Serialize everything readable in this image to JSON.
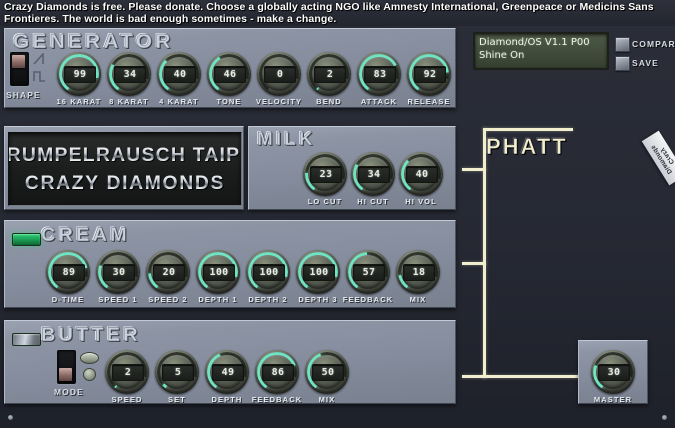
{
  "banner": {
    "text": "Crazy Diamonds is free. Please donate. Choose a globally acting NGO like Amnesty International, Greenpeace or Medicins Sans Frontieres. The world is bad enough sometimes - make a change."
  },
  "preset": {
    "line1": "Diamond/OS V1.1  P00",
    "line2": "Shine On",
    "compare_label": "COMPARE",
    "save_label": "SAVE"
  },
  "logo": {
    "line1": "RUMPELRAUSCH TAIPS",
    "line2": "CRAZY DIAMONDS"
  },
  "sticker": {
    "text": "Crazy Diamonds"
  },
  "generator": {
    "title": "GENERATOR",
    "shape_label": "SHAPE",
    "shape_position": "up",
    "knobs": [
      {
        "label": "16 KARAT",
        "value": "99",
        "percent": 99
      },
      {
        "label": "8 KARAT",
        "value": "34",
        "percent": 34
      },
      {
        "label": "4 KARAT",
        "value": "40",
        "percent": 40
      },
      {
        "label": "TONE",
        "value": "46",
        "percent": 46
      },
      {
        "label": "VELOCITY",
        "value": "0",
        "percent": 0
      },
      {
        "label": "BEND",
        "value": "2",
        "percent": 2
      },
      {
        "label": "ATTACK",
        "value": "83",
        "percent": 83
      },
      {
        "label": "RELEASE",
        "value": "92",
        "percent": 92
      }
    ]
  },
  "milk": {
    "title": "MILK",
    "knobs": [
      {
        "label": "LO CUT",
        "value": "23",
        "percent": 23
      },
      {
        "label": "HI CUT",
        "value": "34",
        "percent": 34
      },
      {
        "label": "HI VOL",
        "value": "40",
        "percent": 40
      }
    ]
  },
  "cream": {
    "title": "CREAM",
    "led_on": true,
    "knobs": [
      {
        "label": "D-TIME",
        "value": "89",
        "percent": 89
      },
      {
        "label": "SPEED 1",
        "value": "30",
        "percent": 30
      },
      {
        "label": "SPEED 2",
        "value": "20",
        "percent": 20
      },
      {
        "label": "DEPTH 1",
        "value": "100",
        "percent": 100
      },
      {
        "label": "DEPTH 2",
        "value": "100",
        "percent": 100
      },
      {
        "label": "DEPTH 3",
        "value": "100",
        "percent": 100
      },
      {
        "label": "FEEDBACK",
        "value": "57",
        "percent": 57
      },
      {
        "label": "MIX",
        "value": "18",
        "percent": 18
      }
    ]
  },
  "butter": {
    "title": "BUTTER",
    "led_on": false,
    "mode_label": "MODE",
    "mode_position": "down",
    "knobs": [
      {
        "label": "SPEED",
        "value": "2",
        "percent": 2
      },
      {
        "label": "SET",
        "value": "5",
        "percent": 5
      },
      {
        "label": "DEPTH",
        "value": "49",
        "percent": 49
      },
      {
        "label": "FEEDBACK",
        "value": "86",
        "percent": 86
      },
      {
        "label": "MIX",
        "value": "50",
        "percent": 50
      }
    ]
  },
  "phatt": {
    "title": "PHATT"
  },
  "master": {
    "label": "MASTER",
    "value": "30",
    "percent": 30
  },
  "colors": {
    "arc_active": "#6fe3c4",
    "panel": "#8a92a2",
    "background": "#262933",
    "lcd_green": "#445041",
    "phatt_accent": "#f2efcf"
  }
}
